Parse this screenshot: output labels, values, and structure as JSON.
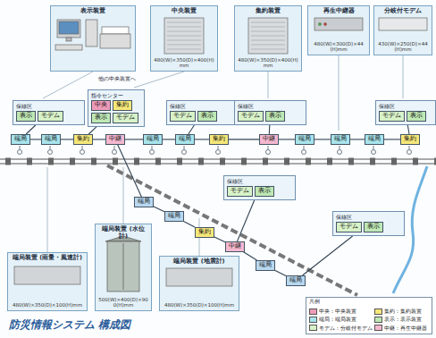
{
  "diagram": {
    "title": "防災情報システム 構成図",
    "nodes": [
      {
        "text": [
          "表示装置"
        ]
      },
      {
        "text": [
          "中央装置",
          "480(W)×350(D)×400(H)mm"
        ]
      },
      {
        "text": [
          "集約装置",
          "480(W)×350(D)×400(H)mm"
        ]
      },
      {
        "text": [
          "再生中継器",
          "480(W)×300(D)×44(H)mm"
        ]
      },
      {
        "text": [
          "分岐付モデム",
          "430(W)×250(D)×44(H)mm"
        ]
      },
      {
        "text": [
          "保線区"
        ]
      },
      {
        "text": [
          "表示"
        ],
        "in": 5
      },
      {
        "text": [
          "モデム"
        ],
        "in": 5
      },
      {
        "text": [
          "指令センター"
        ]
      },
      {
        "text": [
          "中央"
        ],
        "in": 8
      },
      {
        "text": [
          "集約"
        ],
        "in": 8
      },
      {
        "text": [
          "表示"
        ],
        "in": 8
      },
      {
        "text": [
          "モデム"
        ],
        "in": 8
      },
      {
        "text": [
          "保線区"
        ]
      },
      {
        "text": [
          "モデム"
        ],
        "in": 13
      },
      {
        "text": [
          "表示"
        ],
        "in": 13
      },
      {
        "text": [
          "保線区"
        ]
      },
      {
        "text": [
          "モデム"
        ],
        "in": 16
      },
      {
        "text": [
          "表示"
        ],
        "in": 16
      },
      {
        "text": [
          "保線区"
        ]
      },
      {
        "text": [
          "モデム"
        ],
        "in": 19
      },
      {
        "text": [
          "表示"
        ],
        "in": 19
      },
      {
        "text": [
          "端局"
        ]
      },
      {
        "text": [
          "端局"
        ]
      },
      {
        "text": [
          "集約"
        ]
      },
      {
        "text": [
          "中継"
        ]
      },
      {
        "text": [
          "端局"
        ]
      },
      {
        "text": [
          "端局"
        ]
      },
      {
        "text": [
          "集約"
        ]
      },
      {
        "text": [
          "中継"
        ]
      },
      {
        "text": [
          "端局"
        ]
      },
      {
        "text": [
          "端局"
        ]
      },
      {
        "text": [
          "端局"
        ]
      },
      {
        "text": [
          "集約"
        ]
      },
      {
        "text": [
          "端局"
        ]
      },
      {
        "text": [
          "端局"
        ]
      },
      {
        "text": [
          "集約"
        ]
      },
      {
        "text": [
          "中継"
        ]
      },
      {
        "text": [
          "端局"
        ]
      },
      {
        "text": [
          "端局"
        ]
      },
      {
        "text": [
          "保線区"
        ]
      },
      {
        "text": [
          "モデム"
        ],
        "in": 40
      },
      {
        "text": [
          "表示"
        ],
        "in": 40
      },
      {
        "text": [
          "保線区"
        ]
      },
      {
        "text": [
          "モデム"
        ],
        "in": 43
      },
      {
        "text": [
          "表示"
        ],
        "in": 43
      },
      {
        "text": [
          "端局装置 (雨量・風速計)",
          "480(W)×350(D)×100(H)mm"
        ]
      },
      {
        "text": [
          "端局装置 (水位計)",
          "500(W)×400(D)×900(H)mm"
        ]
      },
      {
        "text": [
          "端局装置 (地震計)",
          "480(W)×350(D)×100(H)mm"
        ]
      }
    ],
    "edges": [
      {
        "from": 22,
        "to": 23,
        "arrow": "none"
      },
      {
        "from": 23,
        "to": 24,
        "arrow": "none"
      },
      {
        "from": 24,
        "to": 25,
        "arrow": "none"
      },
      {
        "from": 25,
        "to": 26,
        "arrow": "none"
      },
      {
        "from": 26,
        "to": 27,
        "arrow": "none"
      },
      {
        "from": 27,
        "to": 28,
        "arrow": "none"
      },
      {
        "from": 28,
        "to": 29,
        "arrow": "none"
      },
      {
        "from": 29,
        "to": 30,
        "arrow": "none"
      },
      {
        "from": 30,
        "to": 31,
        "arrow": "none"
      },
      {
        "from": 31,
        "to": 32,
        "arrow": "none"
      },
      {
        "from": 32,
        "to": 33,
        "arrow": "none"
      },
      {
        "from": 5,
        "to": 22,
        "arrow": "none"
      },
      {
        "from": 8,
        "to": 24,
        "arrow": "none"
      },
      {
        "from": 13,
        "to": 27,
        "arrow": "none"
      },
      {
        "from": 16,
        "to": 29,
        "arrow": "none"
      },
      {
        "from": 19,
        "to": 33,
        "arrow": "none"
      },
      {
        "from": 25,
        "to": 34,
        "arrow": "none"
      },
      {
        "from": 34,
        "to": 35,
        "arrow": "none"
      },
      {
        "from": 35,
        "to": 36,
        "arrow": "none"
      },
      {
        "from": 36,
        "to": 37,
        "arrow": "none"
      },
      {
        "from": 37,
        "to": 38,
        "arrow": "none"
      },
      {
        "from": 38,
        "to": 39,
        "arrow": "none"
      },
      {
        "from": 40,
        "to": 37,
        "arrow": "none"
      },
      {
        "from": 43,
        "to": 39,
        "arrow": "none"
      }
    ],
    "labels": [
      "他の中央装置へ",
      "凡例"
    ],
    "legend": [
      {
        "text": "中央：中央装置",
        "color": "#ee9bb8"
      },
      {
        "text": "集約：集約装置",
        "color": "#f6e879"
      },
      {
        "text": "端局：端局装置",
        "color": "#a8e4ec"
      },
      {
        "text": "表示：表示装置",
        "color": "#bfe8b4"
      },
      {
        "text": "モデム：分岐付モデム",
        "color": "#d8f2c8"
      },
      {
        "text": "中継：再生中継器",
        "color": "#f4b8cf"
      }
    ]
  }
}
